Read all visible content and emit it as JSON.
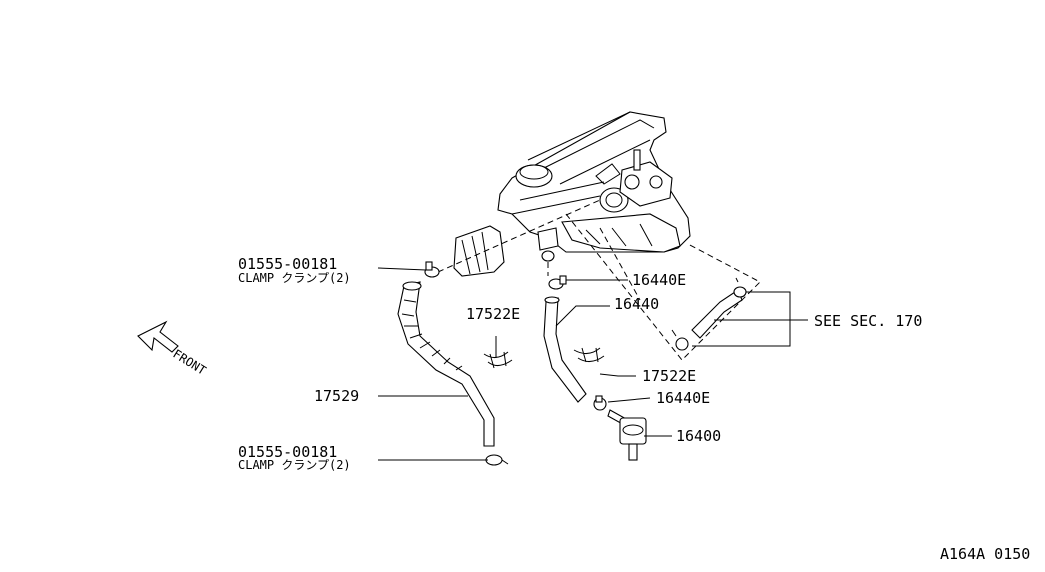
{
  "callouts": {
    "clamp_top_number": "01555-00181",
    "clamp_top_desc": "CLAMP クランプ(2)",
    "clamp_bottom_number": "01555-00181",
    "clamp_bottom_desc": "CLAMP クランプ(2)",
    "hose_17529": "17529",
    "hose_17522e_left": "17522E",
    "hose_17522e_right": "17522E",
    "clamp_16440e_top": "16440E",
    "hose_16440": "16440",
    "clamp_16440e_bottom": "16440E",
    "filter_16400": "16400",
    "see_section": "SEE SEC. 170"
  },
  "front_indicator": "FRONT",
  "drawing_code": "A164A 0150"
}
